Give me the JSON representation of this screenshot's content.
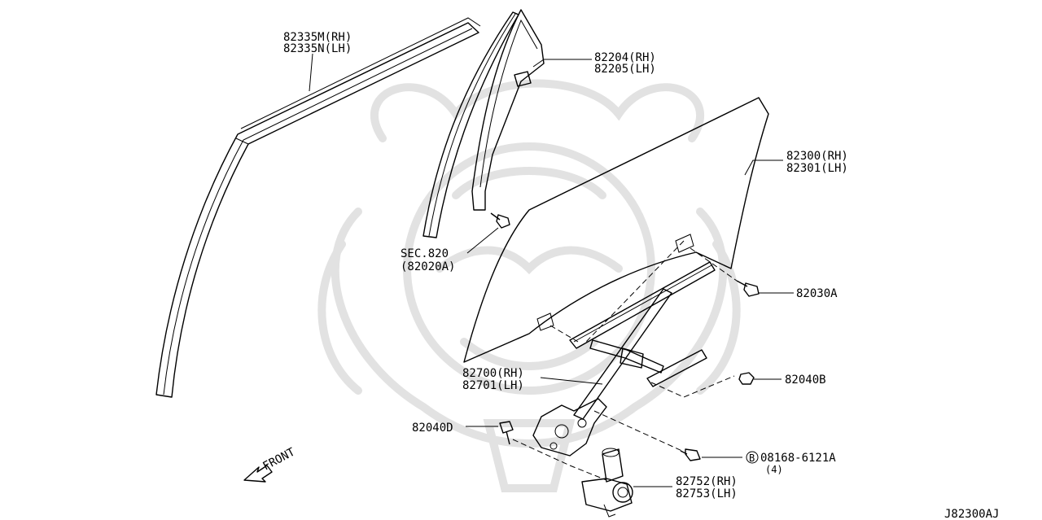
{
  "labels": {
    "sash_rh": "82335M(RH)",
    "sash_lh": "82335N(LH)",
    "corner_rh": "82204(RH)",
    "corner_lh": "82205(LH)",
    "glass_rh": "82300(RH)",
    "glass_lh": "82301(LH)",
    "sec_ref": "SEC.820",
    "sec_sub": "(82020A)",
    "bolt_a": "82030A",
    "bolt_b": "82040B",
    "regulator_rh": "82700(RH)",
    "regulator_lh": "82701(LH)",
    "bolt_d": "82040D",
    "screw_badge": "B",
    "screw_part": "08168-6121A",
    "screw_qty": "(4)",
    "motor_rh": "82752(RH)",
    "motor_lh": "82753(LH)",
    "front_arrow": "FRONT",
    "diagram_code": "J82300AJ"
  },
  "colors": {
    "line": "#000000",
    "watermark": "#e2e2e2",
    "background": "#ffffff"
  }
}
